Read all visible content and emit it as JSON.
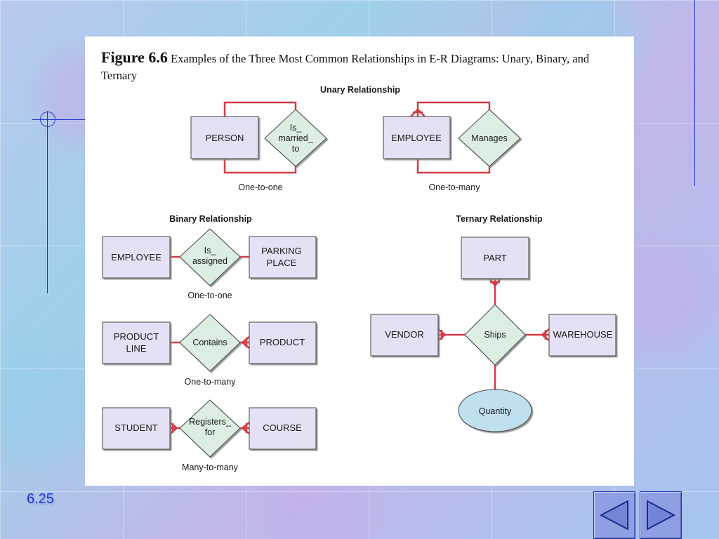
{
  "figure": {
    "number": "Figure 6.6",
    "caption": "Examples of the Three Most Common Relationships in E-R Diagrams: Unary, Binary, and Ternary"
  },
  "sections": {
    "unary_title": "Unary Relationship",
    "binary_title": "Binary Relationship",
    "ternary_title": "Ternary Relationship"
  },
  "unary": {
    "one_to_one": {
      "entity": "PERSON",
      "relationship_lines": [
        "Is_",
        "married_",
        "to"
      ],
      "cardinality_label": "One-to-one"
    },
    "one_to_many": {
      "entity": "EMPLOYEE",
      "relationship": "Manages",
      "cardinality_label": "One-to-many"
    }
  },
  "binary": {
    "one_to_one": {
      "left_entity": "EMPLOYEE",
      "relationship_lines": [
        "Is_",
        "assigned"
      ],
      "right_entity_lines": [
        "PARKING",
        "PLACE"
      ],
      "cardinality_label": "One-to-one"
    },
    "one_to_many": {
      "left_entity_lines": [
        "PRODUCT",
        "LINE"
      ],
      "relationship": "Contains",
      "right_entity": "PRODUCT",
      "cardinality_label": "One-to-many"
    },
    "many_to_many": {
      "left_entity": "STUDENT",
      "relationship_lines": [
        "Registers_",
        "for"
      ],
      "right_entity": "COURSE",
      "cardinality_label": "Many-to-many"
    }
  },
  "ternary": {
    "top_entity": "PART",
    "left_entity": "VENDOR",
    "right_entity": "WAREHOUSE",
    "relationship": "Ships",
    "attribute": "Quantity"
  },
  "slide": {
    "page_number": "6.25",
    "prev_icon": "triangle-left-icon",
    "next_icon": "triangle-right-icon"
  },
  "colors": {
    "entity_fill": "#e3e1f3",
    "relationship_fill": "#dbeee1",
    "attribute_fill": "#bfe0ee",
    "line": "#d33b47",
    "nav_button": "#8e9fe3",
    "page_number": "#1a33cc"
  }
}
